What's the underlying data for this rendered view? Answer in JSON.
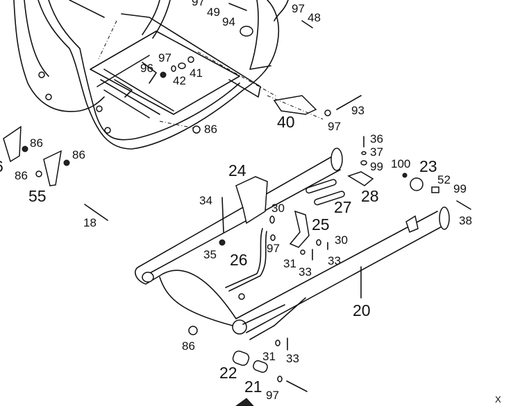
{
  "diagram": {
    "type": "exploded parts diagram",
    "labels": [
      "97",
      "49",
      "94",
      "97",
      "48",
      "97",
      "96",
      "42",
      "41",
      "86",
      "40",
      "97",
      "93",
      "86",
      "86",
      "86",
      "55",
      "6",
      "18",
      "24",
      "34",
      "36",
      "37",
      "99",
      "100",
      "23",
      "52",
      "99",
      "28",
      "27",
      "38",
      "30",
      "25",
      "30",
      "97",
      "35",
      "26",
      "31",
      "33",
      "33",
      "20",
      "86",
      "31",
      "33",
      "22",
      "21",
      "97"
    ],
    "corner_mark": "X"
  }
}
